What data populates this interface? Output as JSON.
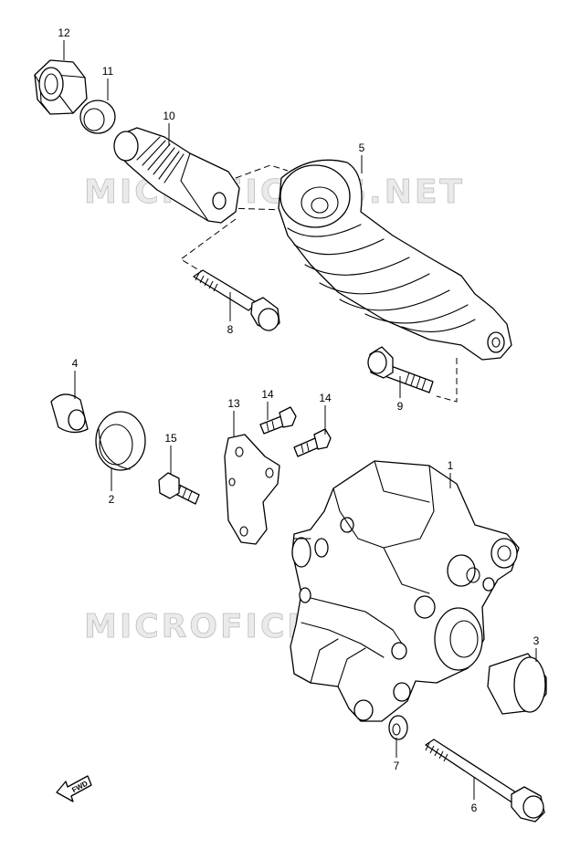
{
  "watermarks": [
    "MICROFICHES.NET",
    "MICROFICHES.NET"
  ],
  "fwd_label": "FWD",
  "callouts": {
    "c1": "1",
    "c2": "2",
    "c3": "3",
    "c4": "4",
    "c5": "5",
    "c6": "6",
    "c7": "7",
    "c8": "8",
    "c9": "9",
    "c10": "10",
    "c11": "11",
    "c12": "12",
    "c13": "13",
    "c14a": "14",
    "c14b": "14",
    "c15": "15"
  }
}
